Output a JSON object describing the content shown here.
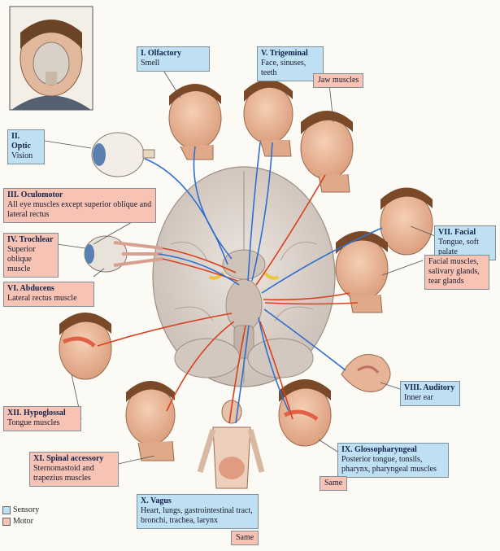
{
  "nerves": {
    "olfactory": {
      "title": "I. Olfactory",
      "desc": "Smell"
    },
    "optic": {
      "title": "II. Optic",
      "desc": "Vision"
    },
    "oculomotor": {
      "title": "III. Oculomotor",
      "desc": "All eye muscles except superior oblique and lateral rectus"
    },
    "trochlear": {
      "title": "IV. Trochlear",
      "desc": "Superior oblique muscle"
    },
    "trigeminal": {
      "title": "V. Trigeminal",
      "desc": "Face, sinuses, teeth",
      "motor": "Jaw muscles"
    },
    "abducens": {
      "title": "VI. Abducens",
      "desc": "Lateral rectus muscle"
    },
    "facial": {
      "title": "VII. Facial",
      "desc": "Tongue, soft palate",
      "motor": "Facial muscles, salivary glands, tear glands"
    },
    "auditory": {
      "title": "VIII. Auditory",
      "desc": "Inner ear"
    },
    "glosso": {
      "title": "IX. Glossopharyngeal",
      "desc": "Posterior tongue, tonsils, pharynx, pharyngeal muscles",
      "motor": "Same"
    },
    "vagus": {
      "title": "X. Vagus",
      "desc": "Heart, lungs, gastrointestinal tract, bronchi, trachea, larynx",
      "motor": "Same"
    },
    "spinal": {
      "title": "XI. Spinal accessory",
      "desc": "Sternomastoid and trapezius muscles"
    },
    "hypoglossal": {
      "title": "XII. Hypoglossal",
      "desc": "Tongue muscles"
    }
  },
  "legend": {
    "sensory": "Sensory",
    "motor": "Motor"
  },
  "colors": {
    "sensory": "#bfe0f2",
    "motor": "#f6c3b4",
    "sensory_line": "#2f6fd0",
    "motor_line": "#d8401e",
    "skin": "#e9b89a",
    "hair": "#7a4a28",
    "brain": "#d8cfc8"
  }
}
